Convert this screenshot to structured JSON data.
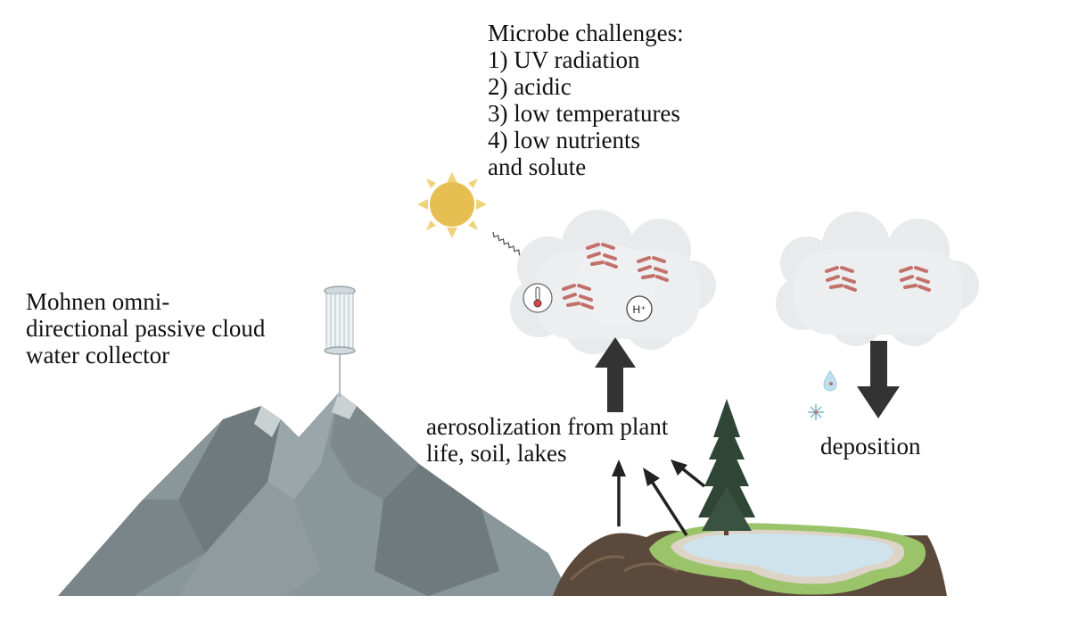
{
  "challenges": {
    "heading": "Microbe challenges:",
    "items": [
      "1) UV radiation",
      "2) acidic",
      "3) low temperatures",
      "4) low nutrients",
      "and solute"
    ]
  },
  "collector": {
    "lines": [
      "Mohnen omni-",
      "directional passive cloud",
      "water collector"
    ]
  },
  "aerosolization": {
    "lines": [
      "aerosolization from plant",
      "life, soil, lakes"
    ]
  },
  "deposition": {
    "label": "deposition"
  },
  "acid_symbol": "H⁺",
  "colors": {
    "mountain": "#8a979a",
    "mountain_dark": "#6e7a7d",
    "snow": "#c9d1d3",
    "cloud": "#eceeef",
    "microbe": "#c4706a",
    "sun": "#e6be52",
    "lake": "#cfe3ec",
    "grass": "#9bc46a",
    "soil": "#5b4a3c",
    "tree": "#2f4535",
    "arrow": "#333333"
  }
}
